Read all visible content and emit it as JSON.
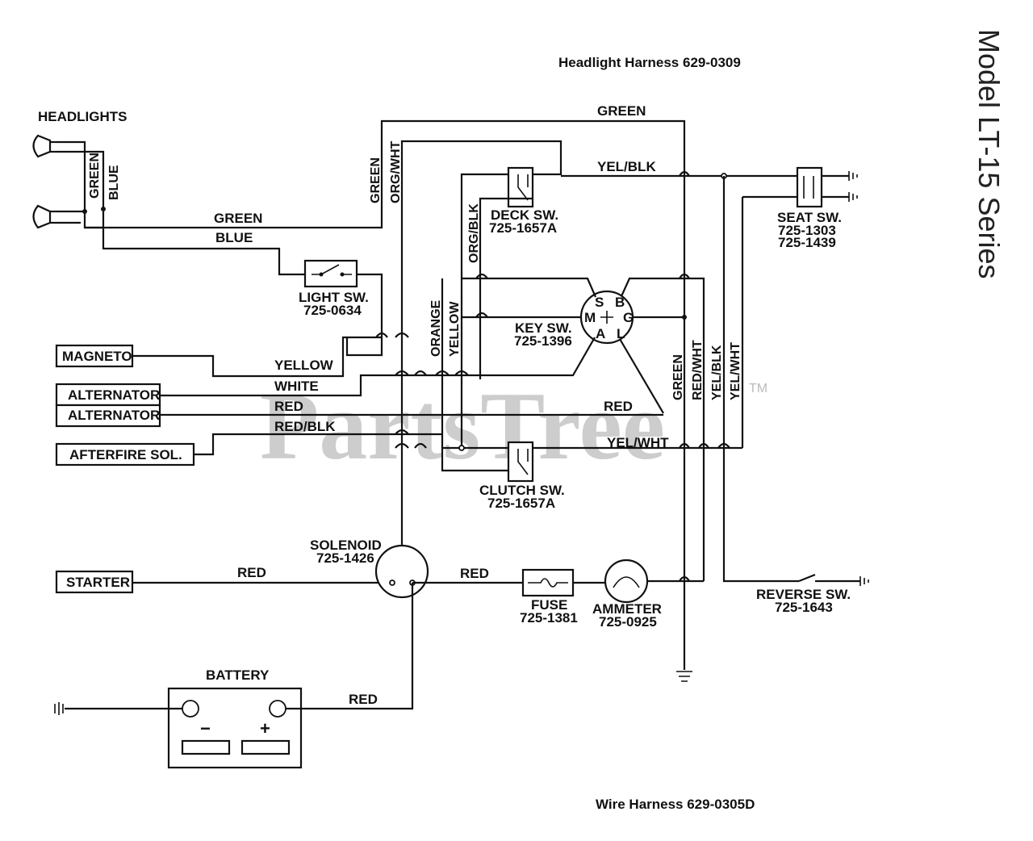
{
  "titles": {
    "headlight_harness": "Headlight Harness 629-0309",
    "wire_harness": "Wire Harness 629-0305D",
    "model": "Model LT-15 Series"
  },
  "watermark": {
    "text": "PartsTree",
    "tm": "TM"
  },
  "components": {
    "headlights": "HEADLIGHTS",
    "light_sw": {
      "name": "LIGHT SW.",
      "part": "725-0634"
    },
    "deck_sw": {
      "name": "DECK SW.",
      "part": "725-1657A"
    },
    "seat_sw": {
      "name": "SEAT SW.",
      "part1": "725-1303",
      "part2": "725-1439"
    },
    "key_sw": {
      "name": "KEY SW.",
      "part": "725-1396",
      "terminals": [
        "S",
        "B",
        "M",
        "G",
        "A",
        "L"
      ]
    },
    "clutch_sw": {
      "name": "CLUTCH SW.",
      "part": "725-1657A"
    },
    "solenoid": {
      "name": "SOLENOID",
      "part": "725-1426"
    },
    "fuse": {
      "name": "FUSE",
      "part": "725-1381"
    },
    "ammeter": {
      "name": "AMMETER",
      "part": "725-0925"
    },
    "reverse_sw": {
      "name": "REVERSE SW.",
      "part": "725-1643"
    },
    "battery": {
      "name": "BATTERY",
      "minus": "−",
      "plus": "+"
    }
  },
  "connectors": {
    "magneto": "MAGNETO",
    "alternator1": "ALTERNATOR",
    "alternator2": "ALTERNATOR",
    "afterfire": "AFTERFIRE SOL.",
    "starter": "STARTER"
  },
  "wires": {
    "green_hl": "GREEN",
    "blue_hl": "BLUE",
    "green_main": "GREEN",
    "blue_main": "BLUE",
    "green_top": "GREEN",
    "green_vert": "GREEN",
    "org_wht": "ORG/WHT",
    "yel_blk_top": "YEL/BLK",
    "org_blk": "ORG/BLK",
    "orange": "ORANGE",
    "yellow_vert": "YELLOW",
    "yellow": "YELLOW",
    "white": "WHITE",
    "red_alt": "RED",
    "red_blk": "RED/BLK",
    "red_key": "RED",
    "yel_wht_h": "YEL/WHT",
    "green_right": "GREEN",
    "red_wht": "RED/WHT",
    "yel_blk_right": "YEL/BLK",
    "yel_wht_right": "YEL/WHT",
    "red_starter": "RED",
    "red_solenoid": "RED",
    "red_battery": "RED"
  }
}
